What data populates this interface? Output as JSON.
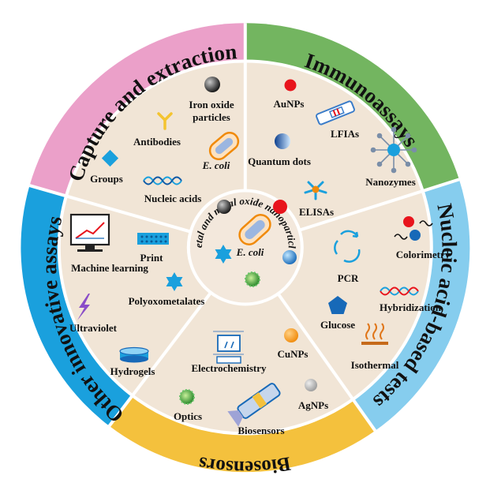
{
  "colors": {
    "capture": "#eba0c9",
    "immuno": "#73b560",
    "nucleic": "#86cdee",
    "biosensors": "#f4c13d",
    "other": "#1aa0dd",
    "inner": "#f1e5d6",
    "center": "#f3e8dc"
  },
  "ring": {
    "capture": "Capture and extraction",
    "immuno": "Immunoassays",
    "nucleic": "Nucleic acid-based tests",
    "biosensors": "Biosensors",
    "other": "Other innovative assays"
  },
  "center": {
    "title": "Metal and metal oxide nanoparticles",
    "ecoli": "E. coli"
  },
  "capture": {
    "iron_oxide_line1": "Iron oxide",
    "iron_oxide_line2": "particles",
    "antibodies": "Antibodies",
    "ecoli": "E. coli",
    "groups": "Groups",
    "nucleic_acids": "Nucleic acids"
  },
  "immuno": {
    "aunps": "AuNPs",
    "lfias": "LFIAs",
    "quantum_dots": "Quantum dots",
    "nanozymes": "Nanozymes",
    "elisas": "ELISAs"
  },
  "nucleic": {
    "colorimetry": "Colorimetry",
    "pcr": "PCR",
    "hybridization": "Hybridization",
    "glucose": "Glucose",
    "isothermal": "Isothermal"
  },
  "biosensors": {
    "electrochemistry": "Electrochemistry",
    "cunps": "CuNPs",
    "agnps": "AgNPs",
    "optics": "Optics",
    "biosensors": "Biosensors"
  },
  "other": {
    "print": "Print",
    "machine_learning": "Machine learning",
    "polyoxometalates": "Polyoxometalates",
    "ultraviolet": "Ultraviolet",
    "hydrogels": "Hydrogels"
  }
}
